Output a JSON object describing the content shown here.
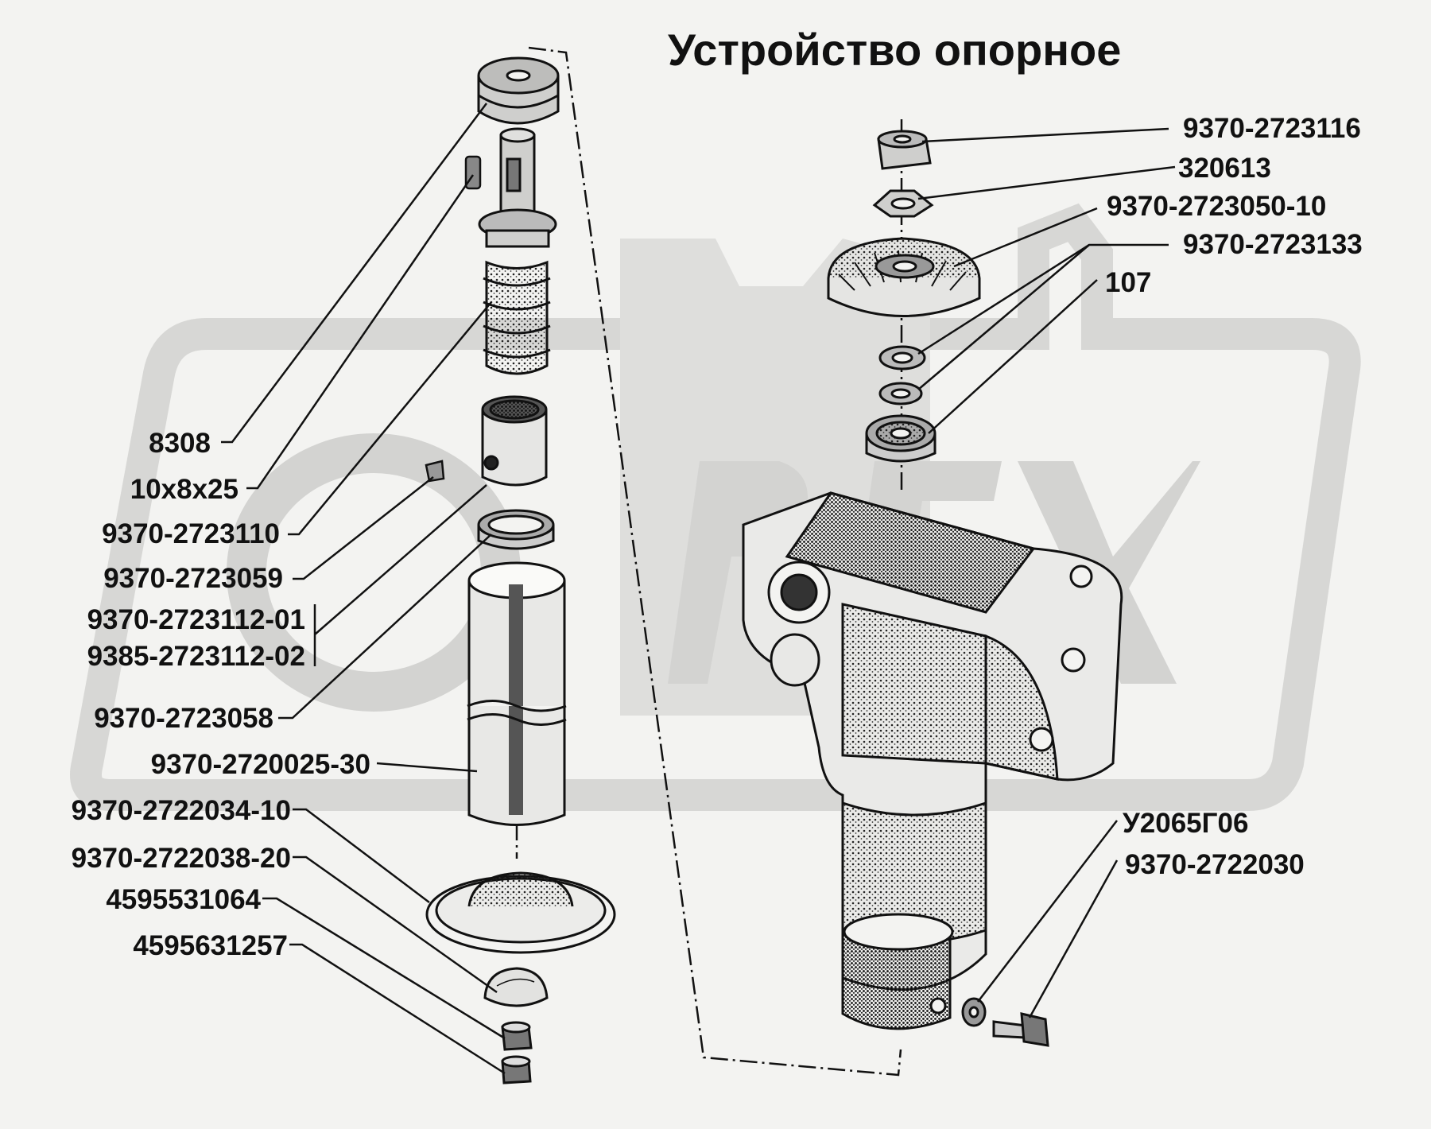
{
  "title": "Устройство опорное",
  "watermark_text": "OPEX",
  "colors": {
    "background": "#f3f3f1",
    "watermark": "#d4d4d2",
    "ink": "#111111"
  },
  "labels_left": [
    "8308",
    "10x8x25",
    "9370-2723110",
    "9370-2723059",
    "9370-2723112-01",
    "9385-2723112-02",
    "9370-2723058",
    "9370-2720025-30",
    "9370-2722034-10",
    "9370-2722038-20",
    "4595531064",
    "4595631257"
  ],
  "labels_right": [
    "9370-2723116",
    "320613",
    "9370-2723050-10",
    "9370-2723133",
    "107",
    "У2065Г06",
    "9370-2722030"
  ]
}
